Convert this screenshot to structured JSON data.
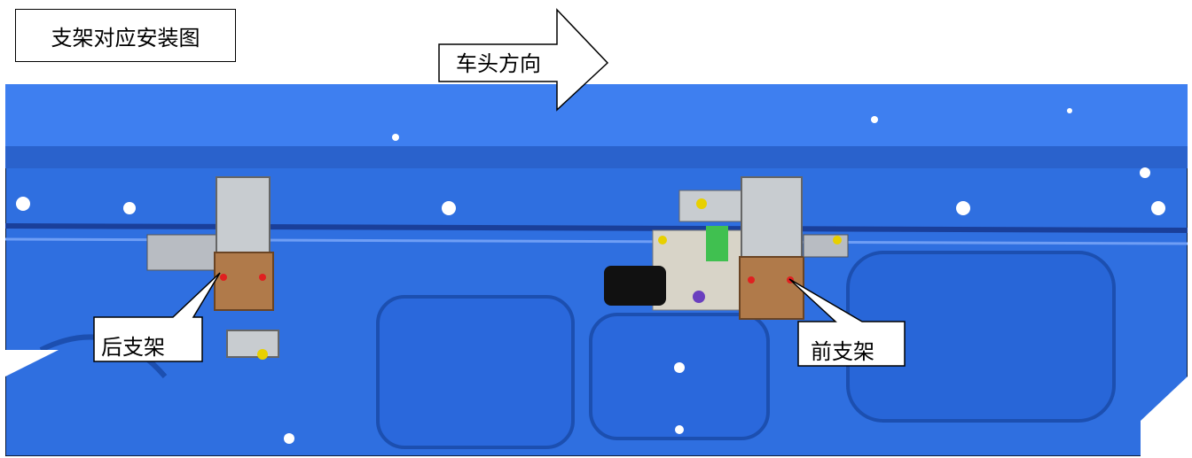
{
  "title": "支架对应安装图",
  "direction_arrow": {
    "label": "车头方向",
    "icon": "right-arrow-icon"
  },
  "callouts": {
    "rear_bracket": "后支架",
    "front_bracket": "前支架"
  },
  "figure": {
    "icon": "vehicle-underbody-image",
    "colors": {
      "body": "#2f6fe0",
      "body_dark": "#1f4fb8",
      "bracket": "#b07a4a",
      "mount_grey": "#c8ccd0",
      "motor": "#111111",
      "marker": "#e02020"
    }
  }
}
